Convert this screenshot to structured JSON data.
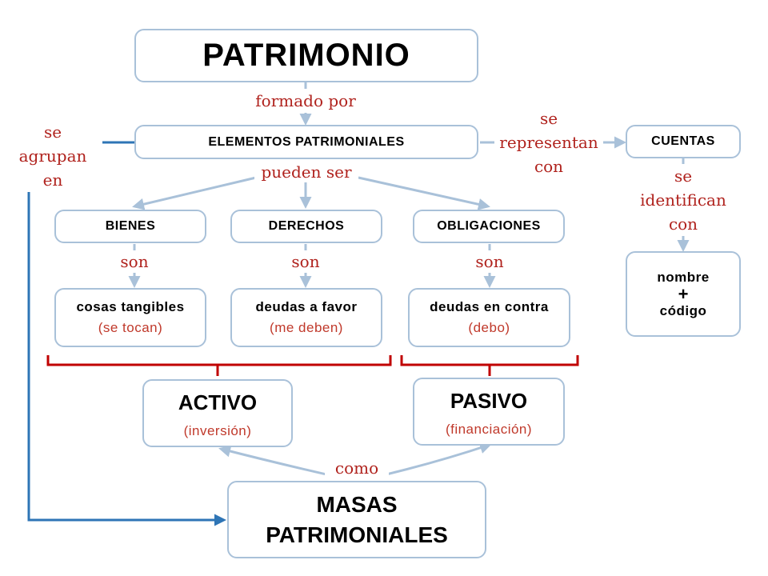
{
  "colors": {
    "arrow": "#a9c1d9",
    "arrow_dark": "#2e75b6",
    "label": "#b0221d",
    "brace": "#c00000",
    "box_border": "#a9c1d9"
  },
  "boxes": {
    "patrimonio": "PATRIMONIO",
    "elementos": "ELEMENTOS PATRIMONIALES",
    "cuentas": "CUENTAS",
    "bienes": "BIENES",
    "derechos": "DERECHOS",
    "obligaciones": "OBLIGACIONES",
    "tangibles": {
      "line1": "cosas tangibles",
      "line2": "(se tocan)"
    },
    "favor": {
      "line1": "deudas a favor",
      "line2": "(me deben)"
    },
    "contra": {
      "line1": "deudas en contra",
      "line2": "(debo)"
    },
    "nombre": {
      "line1": "nombre",
      "plus": "+",
      "line2": "código"
    },
    "activo": {
      "line1": "ACTIVO",
      "line2": "(inversión)"
    },
    "pasivo": {
      "line1": "PASIVO",
      "line2": "(financiación)"
    },
    "masas": {
      "line1": "MASAS",
      "line2": "PATRIMONIALES"
    }
  },
  "labels": {
    "formado_por": "formado por",
    "se_agrupan_en": [
      "se",
      "agrupan",
      "en"
    ],
    "se_representan_con": [
      "se",
      "representan",
      "con"
    ],
    "pueden_ser": "pueden ser",
    "se_identifican_con": [
      "se",
      "identifican",
      "con"
    ],
    "son": "son",
    "como": "como"
  }
}
